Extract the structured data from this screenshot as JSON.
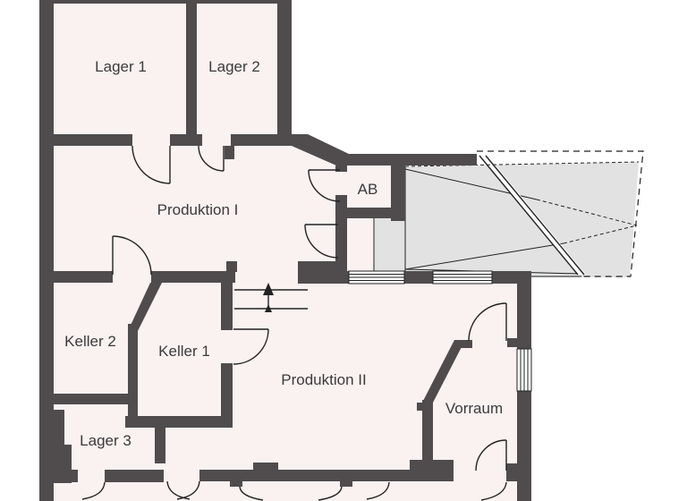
{
  "plan": {
    "type": "floor-plan",
    "rooms": [
      {
        "id": "lager-1",
        "label": "Lager 1"
      },
      {
        "id": "lager-2",
        "label": "Lager 2"
      },
      {
        "id": "produktion-1",
        "label": "Produktion I"
      },
      {
        "id": "ab",
        "label": "AB"
      },
      {
        "id": "keller-2",
        "label": "Keller 2"
      },
      {
        "id": "keller-1",
        "label": "Keller 1"
      },
      {
        "id": "produktion-2",
        "label": "Produktion II"
      },
      {
        "id": "vorraum",
        "label": "Vorraum"
      },
      {
        "id": "lager-3",
        "label": "Lager 3"
      }
    ],
    "colors": {
      "bg": "#ffffff",
      "wall": "#504c4d",
      "room": "#faf1f1",
      "ramp": "#e2e2e2",
      "line": "#222222",
      "label": "#3b3b3b"
    }
  }
}
